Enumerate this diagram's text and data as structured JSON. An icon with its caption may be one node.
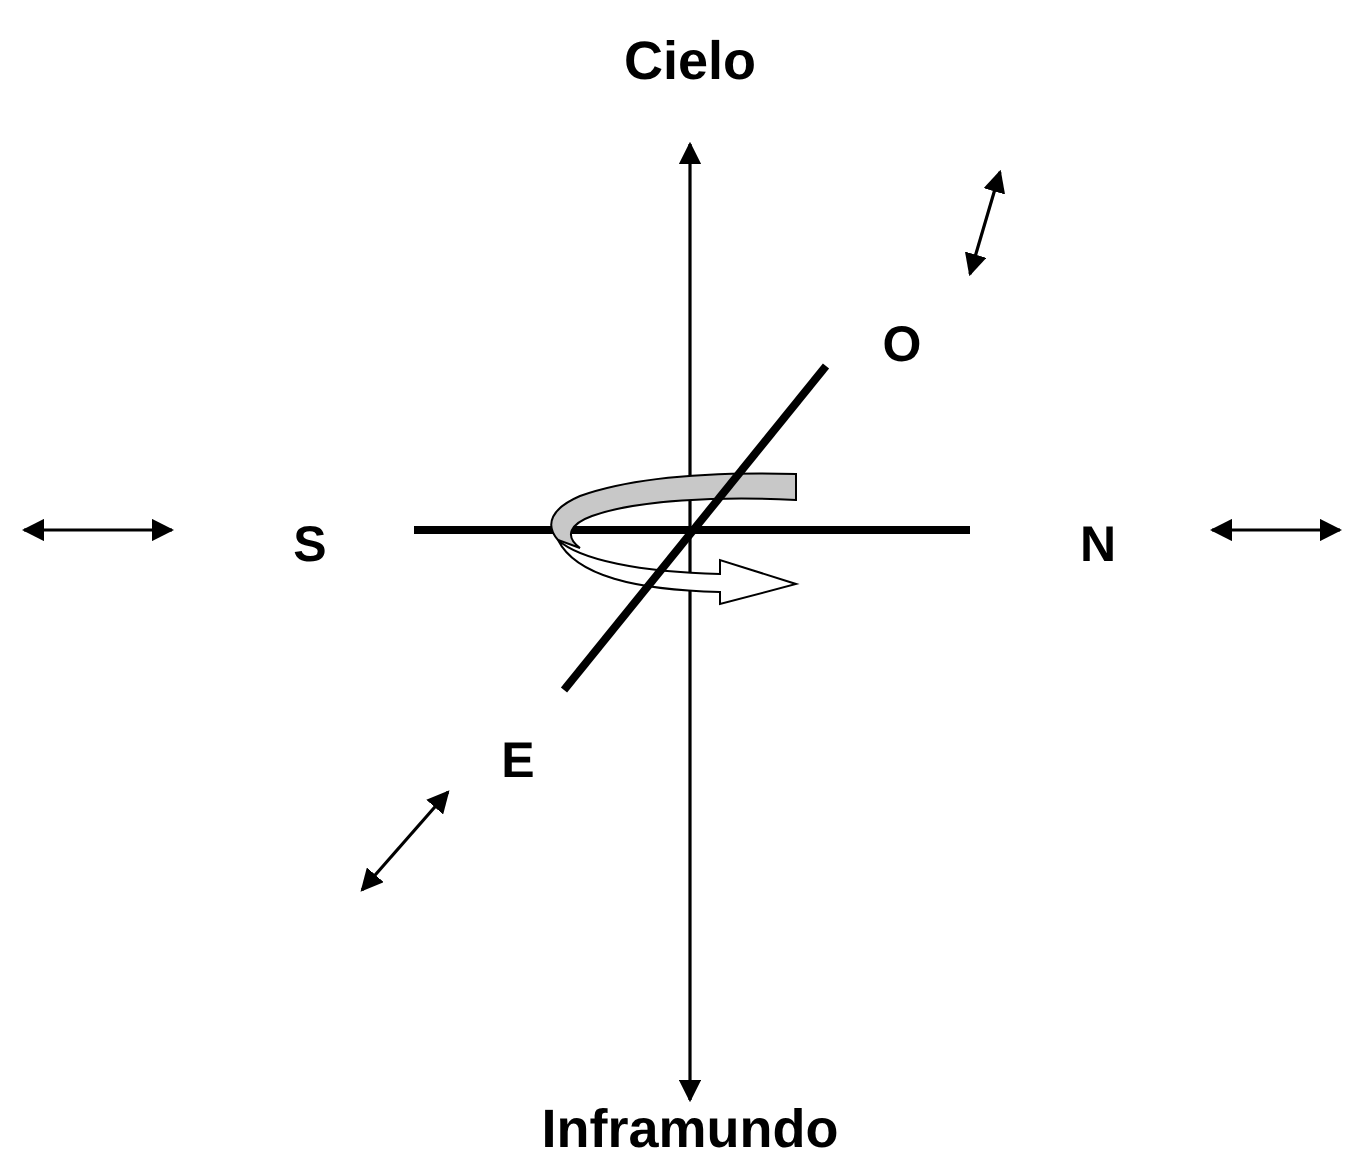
{
  "diagram": {
    "labels": [
      "Cielo",
      "O",
      "S",
      "N",
      "E",
      "Inframundo"
    ]
  }
}
